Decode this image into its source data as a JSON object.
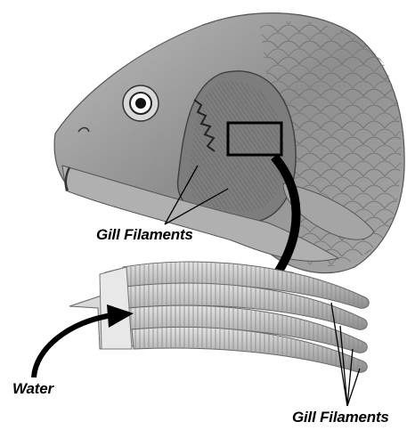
{
  "labels": {
    "gill_filaments_top": "Gill Filaments",
    "water": "Water",
    "gill_filaments_bottom": "Gill Filaments"
  },
  "colors": {
    "ink": "#000000",
    "fish_shade": "#9a9a9a",
    "filament_fill": "#c9c9c9"
  }
}
